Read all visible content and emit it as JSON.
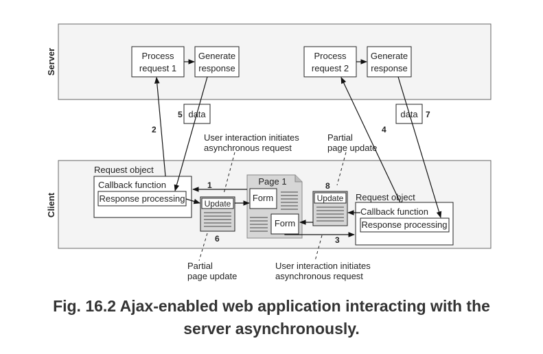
{
  "tiers": {
    "server": "Server",
    "client": "Client"
  },
  "server": {
    "process1": [
      "Process",
      "request 1"
    ],
    "generate1": [
      "Generate",
      "response"
    ],
    "process2": [
      "Process",
      "request 2"
    ],
    "generate2": [
      "Generate",
      "response"
    ]
  },
  "data_packets": {
    "left": "data",
    "right": "data"
  },
  "step_numbers": {
    "s1": "1",
    "s2": "2",
    "s3": "3",
    "s4": "4",
    "s5": "5",
    "s6": "6",
    "s7": "7",
    "s8": "8"
  },
  "annotations": {
    "user_interaction_top": [
      "User interaction initiates",
      "asynchronous request"
    ],
    "partial_update_top": [
      "Partial",
      "page update"
    ],
    "partial_update_bottom": [
      "Partial",
      "page update"
    ],
    "user_interaction_bottom": [
      "User interaction initiates",
      "asynchronous request"
    ]
  },
  "client": {
    "left_request_object": {
      "title": "Request object",
      "callback": "Callback function",
      "processing": "Response processing"
    },
    "right_request_object": {
      "title": "Request object",
      "callback": "Callback function",
      "processing": "Response processing"
    },
    "page": {
      "title": "Page 1",
      "form_top": "Form",
      "form_bottom": "Form",
      "update_left": "Update",
      "update_right": "Update"
    }
  },
  "caption": {
    "line1": "Fig. 16.2 Ajax-enabled web application interacting with the",
    "line2": "server asynchronously."
  }
}
